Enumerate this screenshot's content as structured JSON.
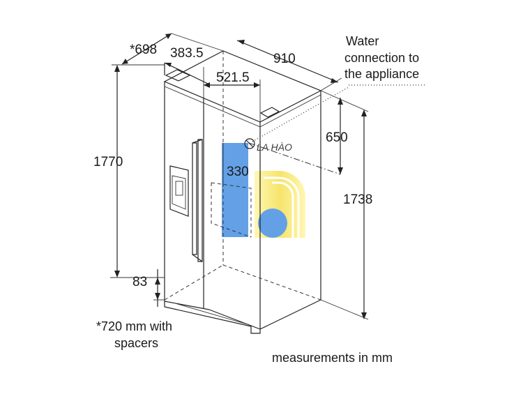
{
  "dimensions": {
    "depth_spacers": "*698",
    "door_right_width": "383.5",
    "width": "910",
    "door_left_width": "521.5",
    "height_total": "1770",
    "water_height": "650",
    "dispenser_height": "330",
    "height_body": "1738",
    "base_height": "83"
  },
  "notes": {
    "water_connection": [
      "Water",
      "connection to",
      "the appliance"
    ],
    "spacers": [
      "*720 mm with",
      "spacers"
    ],
    "units": "measurements in mm"
  },
  "watermark": {
    "text": "LA HÀO",
    "colors": {
      "blue": "#4a90e2",
      "yellow": "#f5e050"
    }
  }
}
